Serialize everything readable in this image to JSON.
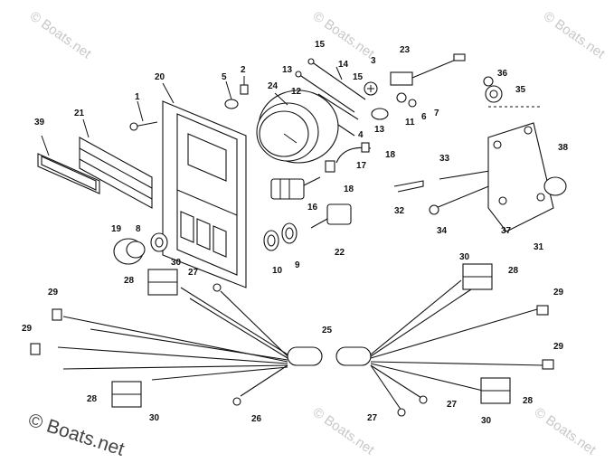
{
  "watermark": {
    "top_left": "© Boats.net",
    "top_center": "© Boats.net",
    "top_right": "© Boats.net",
    "bottom_left": "© Boats.net",
    "bottom_center": "© Boats.net",
    "bottom_right": "© Boats.net"
  },
  "callouts": {
    "c1": "1",
    "c2": "2",
    "c3": "3",
    "c4": "4",
    "c5": "5",
    "c6": "6",
    "c7": "7",
    "c8": "8",
    "c9": "9",
    "c10": "10",
    "c11": "11",
    "c12": "12",
    "c13a": "13",
    "c13b": "13",
    "c14": "14",
    "c15a": "15",
    "c15b": "15",
    "c16": "16",
    "c17": "17",
    "c18a": "18",
    "c18b": "18",
    "c19": "19",
    "c20": "20",
    "c21": "21",
    "c22": "22",
    "c23": "23",
    "c24": "24",
    "c25": "25",
    "c26": "26",
    "c27a": "27",
    "c27b": "27",
    "c27c": "27",
    "c28a": "28",
    "c28b": "28",
    "c28c": "28",
    "c28d": "28",
    "c29a": "29",
    "c29b": "29",
    "c29c": "29",
    "c29d": "29",
    "c30a": "30",
    "c30b": "30",
    "c30c": "30",
    "c30d": "30",
    "c31": "31",
    "c32": "32",
    "c33": "33",
    "c34": "34",
    "c35": "35",
    "c36": "36",
    "c37": "37",
    "c38": "38",
    "c39": "39"
  }
}
